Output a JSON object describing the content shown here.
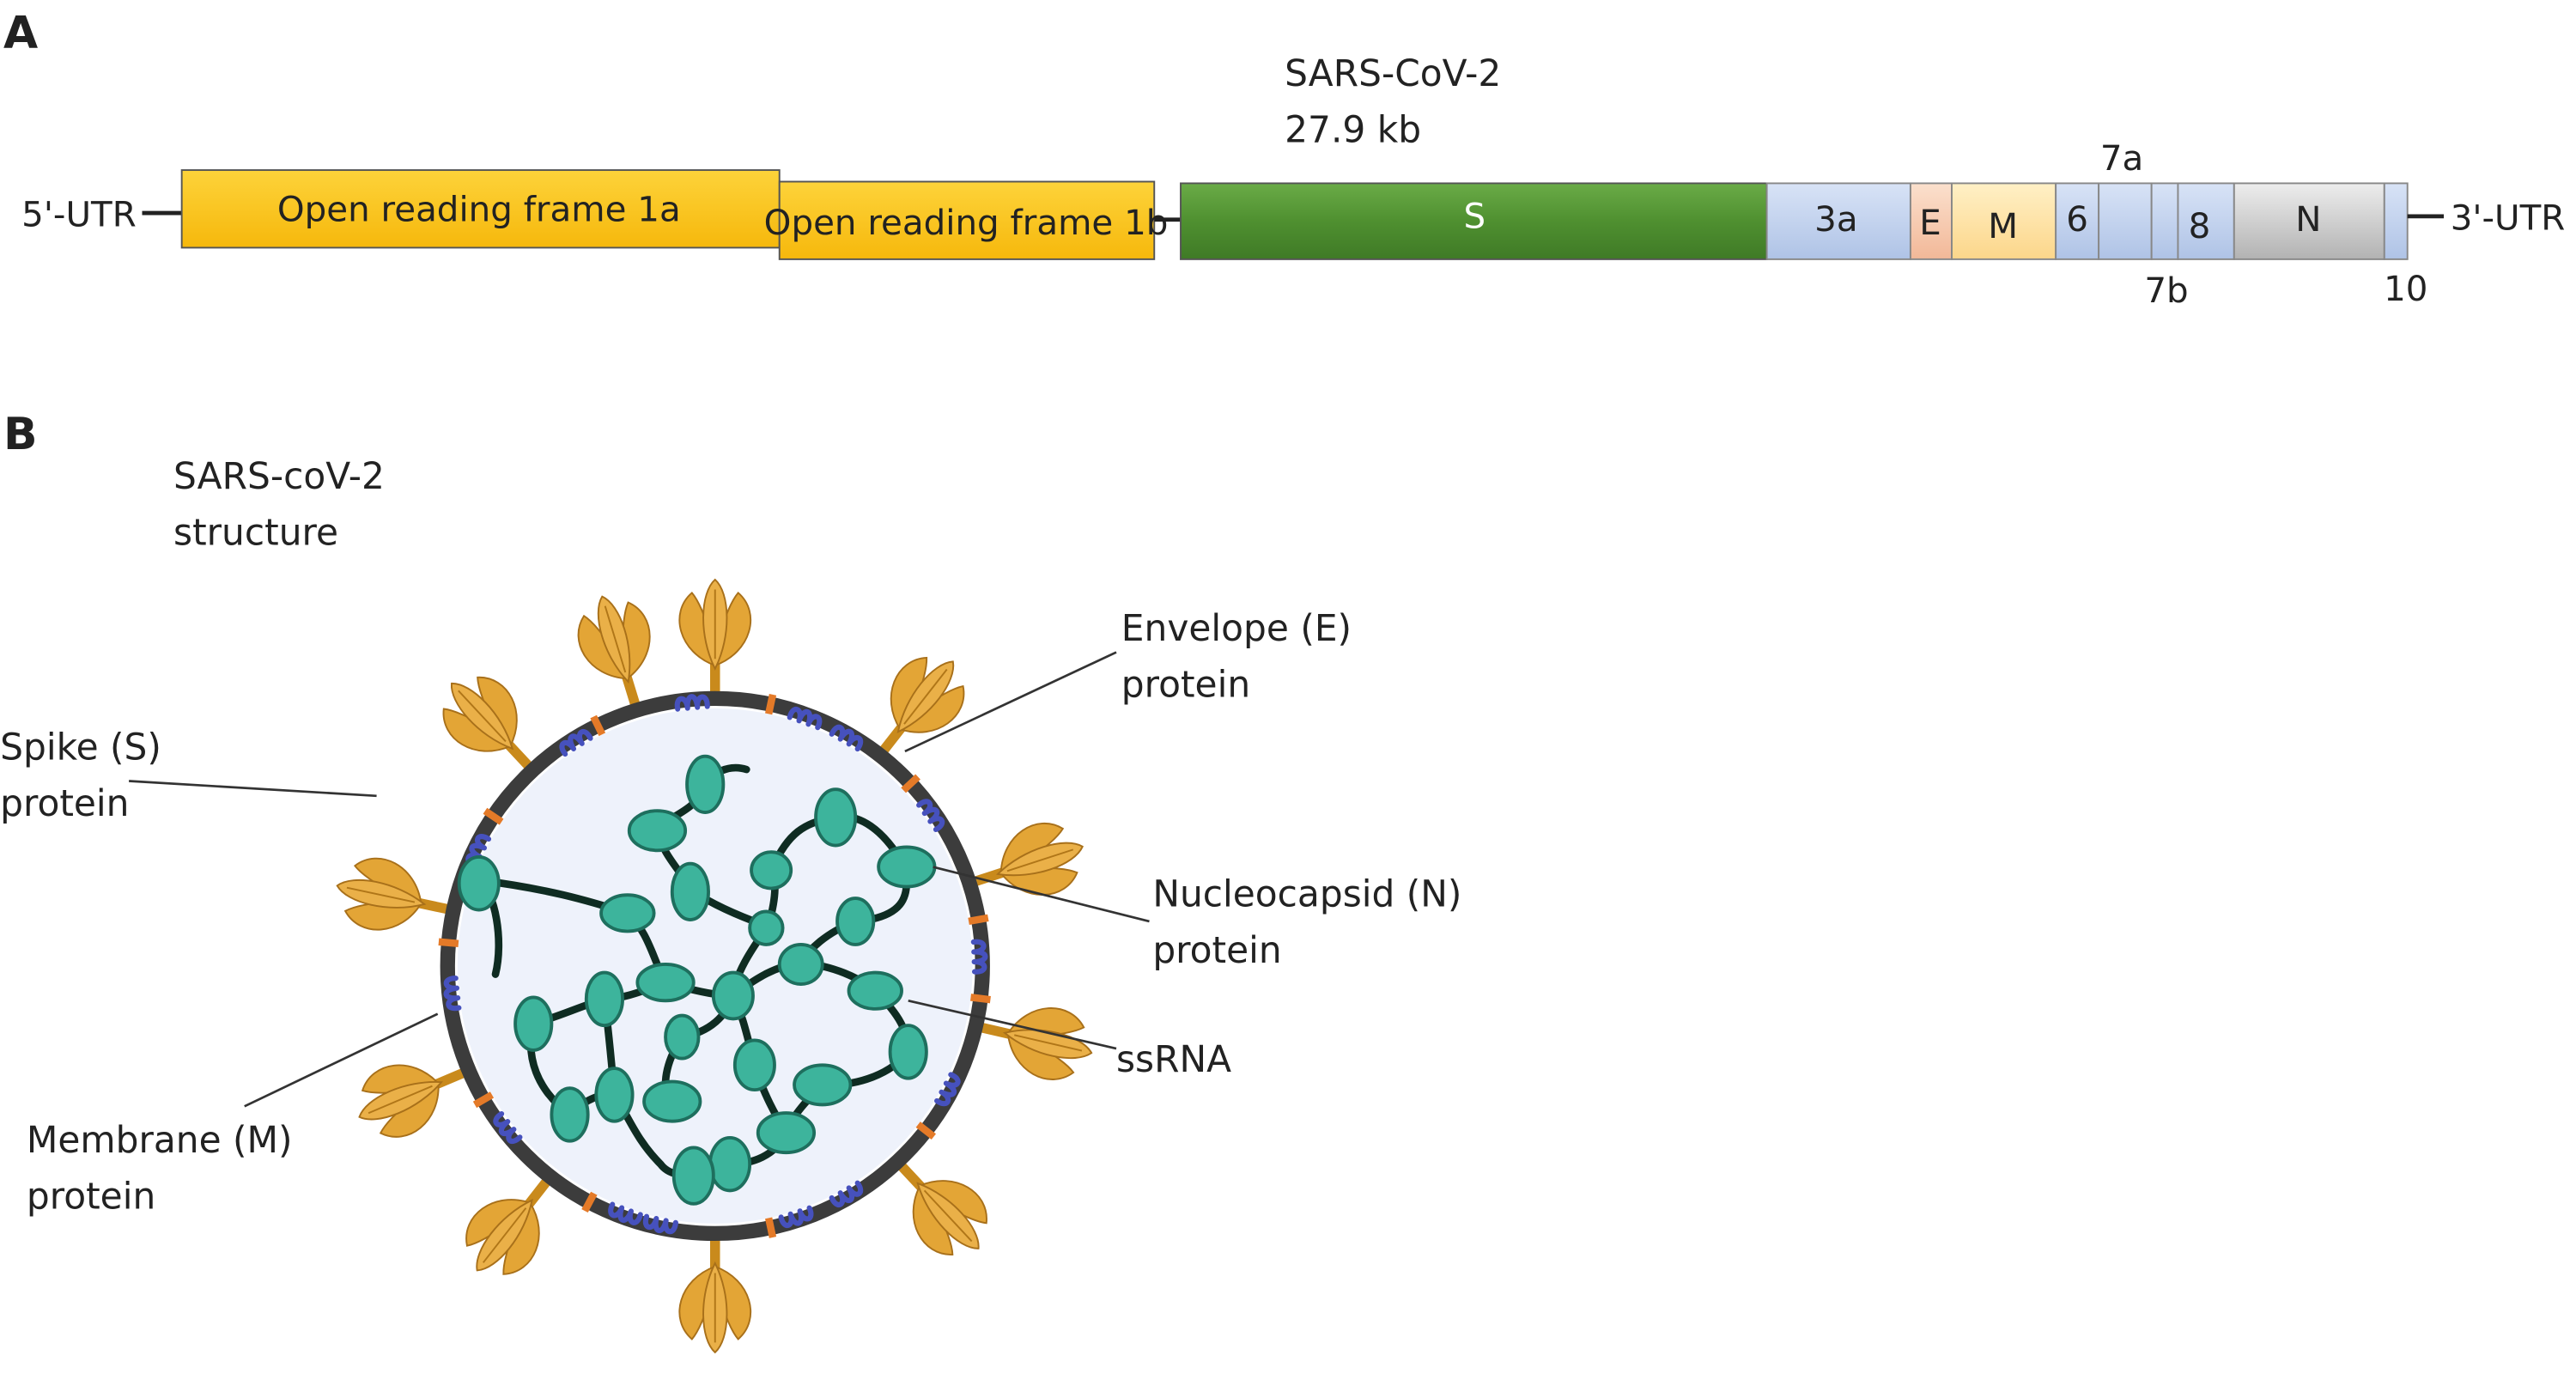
{
  "panel_a": {
    "letter": "A",
    "title": "SARS-CoV-2",
    "size": "27.9 kb",
    "utr5": "5'-UTR",
    "utr3": "3'-UTR",
    "genes": {
      "orf1a": "Open reading frame 1a",
      "orf1b": "Open reading frame 1b",
      "s": "S",
      "orf3a": "3a",
      "e": "E",
      "m": "M",
      "orf6": "6",
      "orf7a": "7a",
      "orf7b": "7b",
      "orf8": "8",
      "n": "N",
      "orf10": "10"
    },
    "colors": {
      "orf1": "#fdc81e",
      "s": "#5a9a3a",
      "accessory": "#c3d4ee",
      "e": "#f6cdb4",
      "m": "#fde3a8",
      "n": "#c8c8c8"
    }
  },
  "panel_b": {
    "letter": "B",
    "title_line1": "SARS-coV-2",
    "title_line2": "structure",
    "labels": {
      "envelope_line1": "Envelope (E)",
      "envelope_line2": "protein",
      "spike_line1": "Spike (S)",
      "spike_line2": "protein",
      "nucleocapsid_line1": "Nucleocapsid (N)",
      "nucleocapsid_line2": "protein",
      "ssrna": "ssRNA",
      "membrane_line1": "Membrane (M)",
      "membrane_line2": "protein"
    },
    "colors": {
      "spike": "#e0a030",
      "membrane_ring": "#3c3c3c",
      "m_protein": "#4a56c0",
      "e_protein": "#e07828",
      "nucleocapsid": "#3db49c",
      "rna": "#0f2c22",
      "interior": "#eef2fb"
    }
  }
}
